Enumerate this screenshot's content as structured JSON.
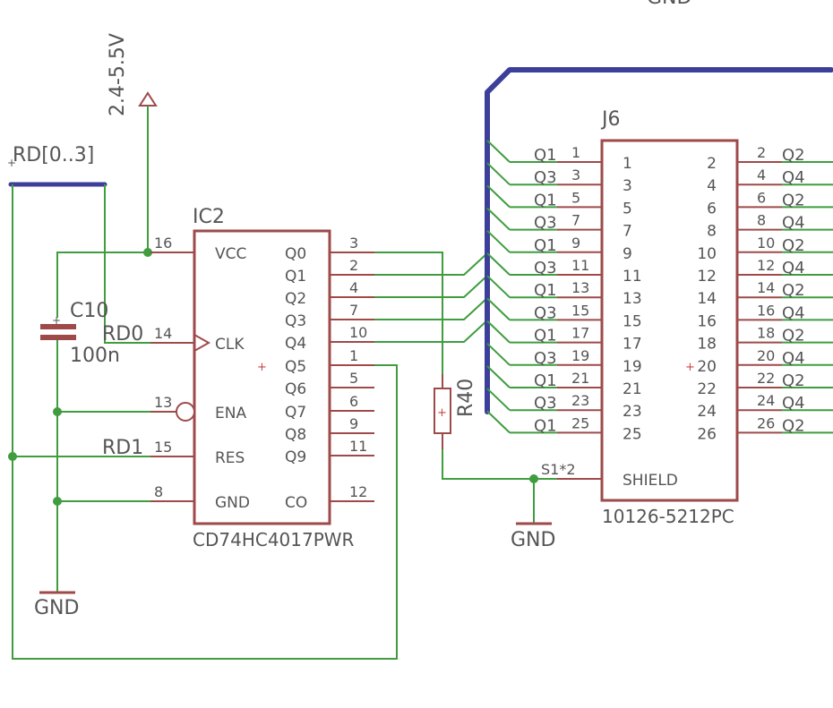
{
  "colors": {
    "wire": "#3f9d3f",
    "body": "#9e4a4a",
    "bus": "#3b3f9a",
    "text": "#555555"
  },
  "top_cut_label": "GND",
  "bus_label": "RD[0..3]",
  "power_label": "2.4-5.5V",
  "capacitor": {
    "name": "C10",
    "value": "100n"
  },
  "gnd_labels": [
    "GND",
    "GND"
  ],
  "ic2": {
    "name": "IC2",
    "part": "CD74HC4017PWR",
    "left_pins": [
      {
        "label": "VCC",
        "num": "16"
      },
      {
        "label": "CLK",
        "num": "14"
      },
      {
        "label": "ENA",
        "num": "13"
      },
      {
        "label": "RES",
        "num": "15"
      },
      {
        "label": "GND",
        "num": "8"
      }
    ],
    "right_pins": [
      {
        "label": "Q0",
        "num": "3"
      },
      {
        "label": "Q1",
        "num": "2"
      },
      {
        "label": "Q2",
        "num": "4"
      },
      {
        "label": "Q3",
        "num": "7"
      },
      {
        "label": "Q4",
        "num": "10"
      },
      {
        "label": "Q5",
        "num": "1"
      },
      {
        "label": "Q6",
        "num": "5"
      },
      {
        "label": "Q7",
        "num": "6"
      },
      {
        "label": "Q8",
        "num": "9"
      },
      {
        "label": "Q9",
        "num": "11"
      },
      {
        "label": "CO",
        "num": "12"
      }
    ]
  },
  "net_labels": {
    "rd0": "RD0",
    "rd1": "RD1"
  },
  "resistor": {
    "name": "R40"
  },
  "j6": {
    "name": "J6",
    "part": "10126-5212PC",
    "shield_label": "SHIELD",
    "shield_net": "S1*2",
    "left_pins": [
      {
        "num": "1",
        "net": "Q1"
      },
      {
        "num": "3",
        "net": "Q3"
      },
      {
        "num": "5",
        "net": "Q1"
      },
      {
        "num": "7",
        "net": "Q3"
      },
      {
        "num": "9",
        "net": "Q1"
      },
      {
        "num": "11",
        "net": "Q3"
      },
      {
        "num": "13",
        "net": "Q1"
      },
      {
        "num": "15",
        "net": "Q3"
      },
      {
        "num": "17",
        "net": "Q1"
      },
      {
        "num": "19",
        "net": "Q3"
      },
      {
        "num": "21",
        "net": "Q1"
      },
      {
        "num": "23",
        "net": "Q3"
      },
      {
        "num": "25",
        "net": "Q1"
      }
    ],
    "right_pins": [
      {
        "num": "2",
        "net": "Q2"
      },
      {
        "num": "4",
        "net": "Q4"
      },
      {
        "num": "6",
        "net": "Q2"
      },
      {
        "num": "8",
        "net": "Q4"
      },
      {
        "num": "10",
        "net": "Q2"
      },
      {
        "num": "12",
        "net": "Q4"
      },
      {
        "num": "14",
        "net": "Q2"
      },
      {
        "num": "16",
        "net": "Q4"
      },
      {
        "num": "18",
        "net": "Q2"
      },
      {
        "num": "20",
        "net": "Q4"
      },
      {
        "num": "22",
        "net": "Q2"
      },
      {
        "num": "24",
        "net": "Q4"
      },
      {
        "num": "26",
        "net": "Q2"
      }
    ]
  }
}
